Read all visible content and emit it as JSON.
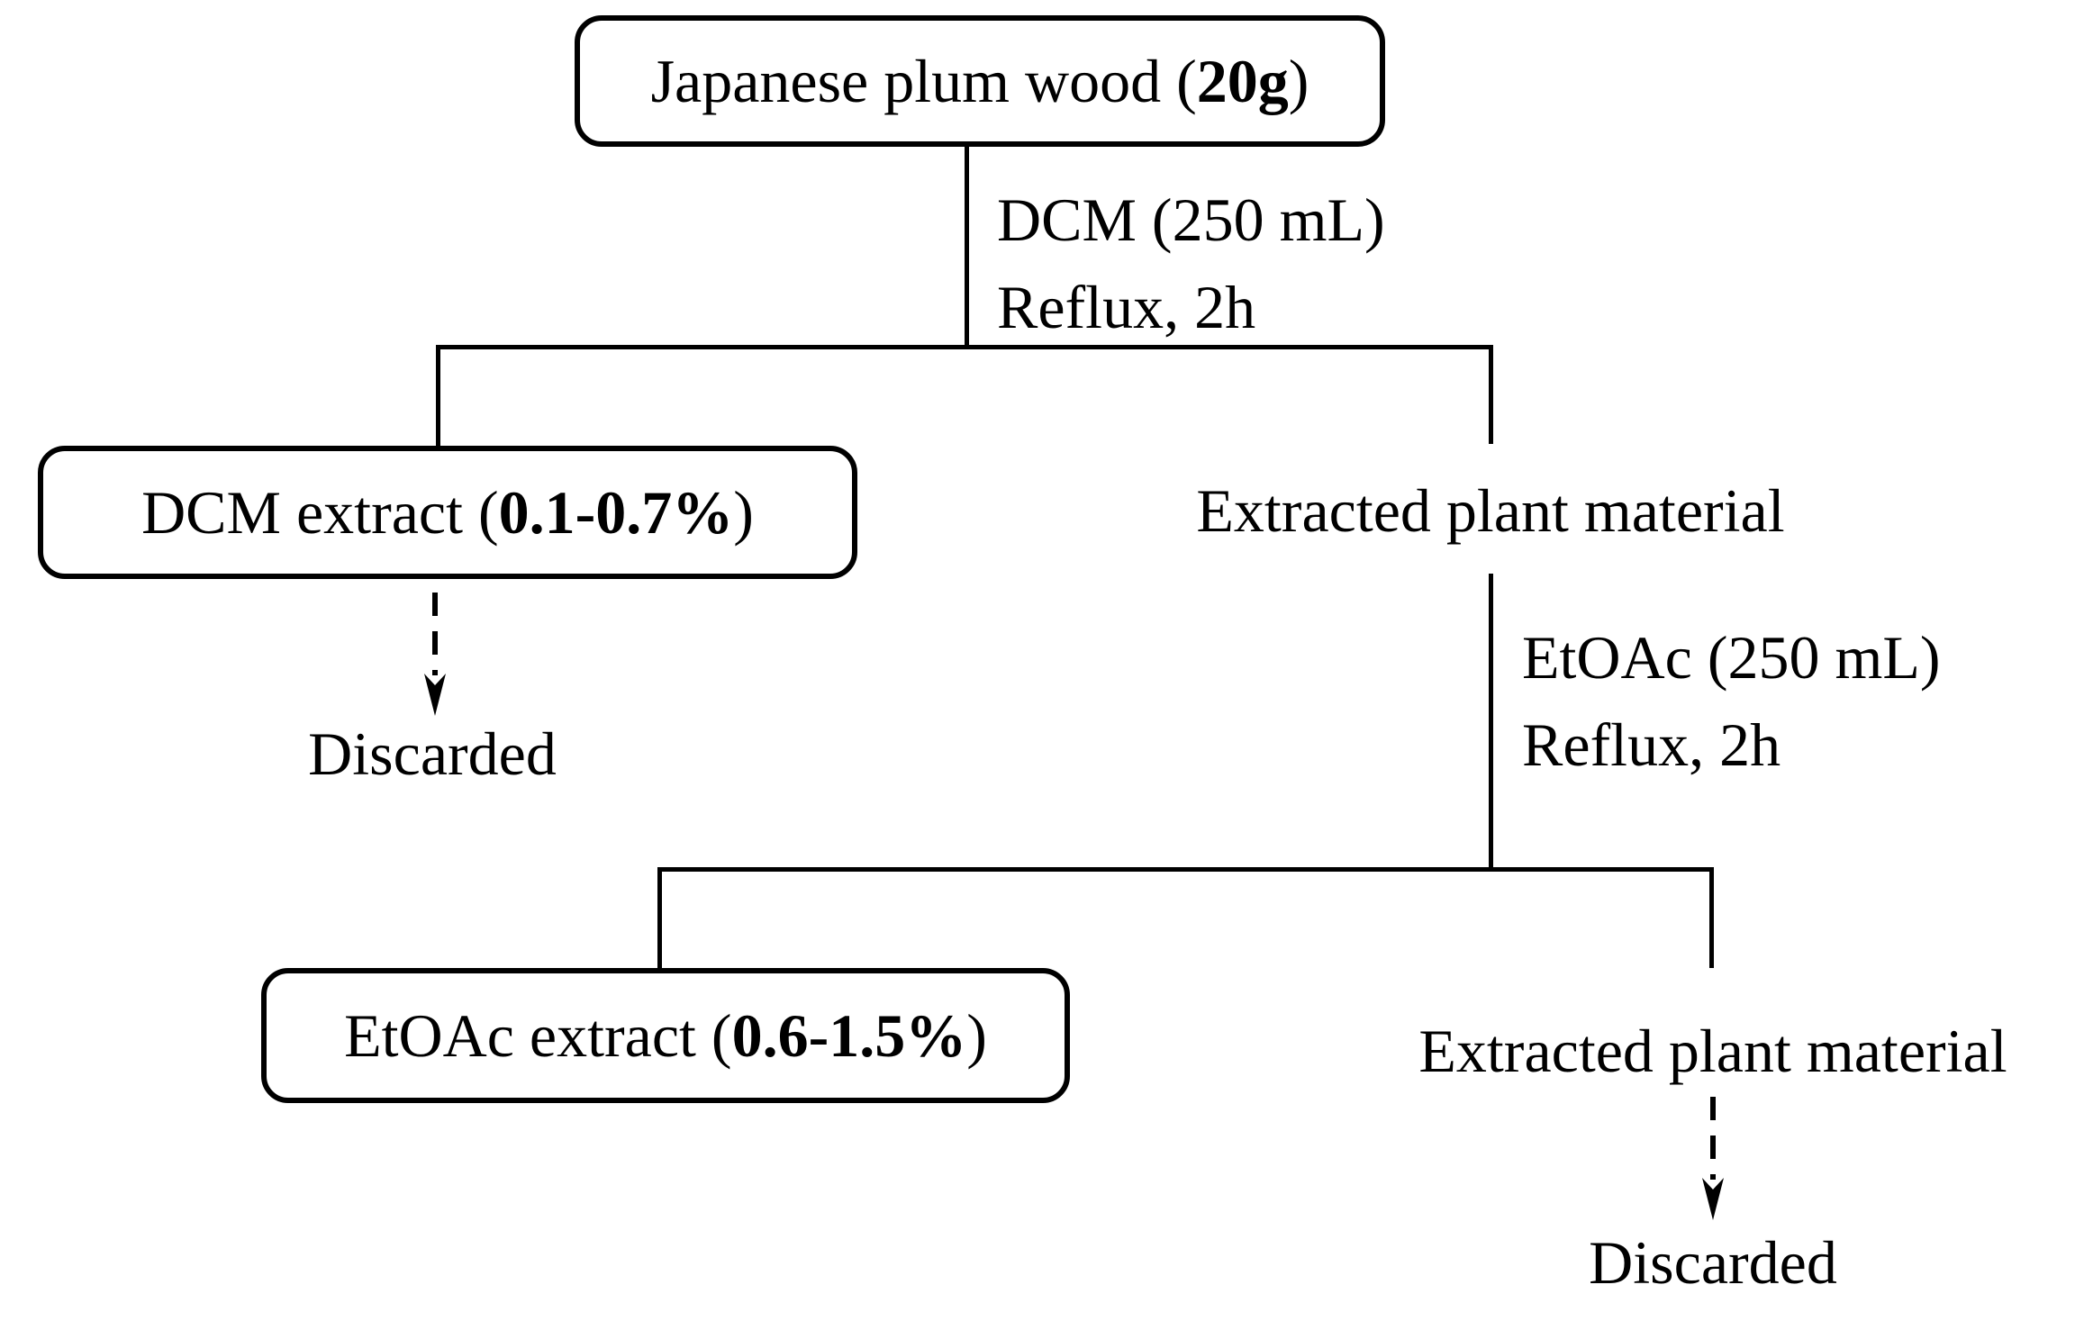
{
  "colors": {
    "background": "#ffffff",
    "line": "#000000",
    "text": "#000000"
  },
  "nodes": {
    "source": {
      "pre": "Japanese plum wood (",
      "bold": "20g",
      "post": ")"
    },
    "dcm_extract": {
      "pre": "DCM extract (",
      "bold": "0.1-0.7%",
      "post": ")"
    },
    "etoac_extract": {
      "pre": "EtOAc extract (",
      "bold": "0.6-1.5%",
      "post": ")"
    },
    "extracted_plant_material_1": "Extracted plant material",
    "extracted_plant_material_2": "Extracted plant material",
    "discarded_1": "Discarded",
    "discarded_2": "Discarded"
  },
  "steps": {
    "dcm": {
      "solvent": "DCM (250 mL)",
      "conditions": "Reflux, 2h"
    },
    "etoac": {
      "solvent": "EtOAc (250 mL)",
      "conditions": "Reflux, 2h"
    }
  }
}
